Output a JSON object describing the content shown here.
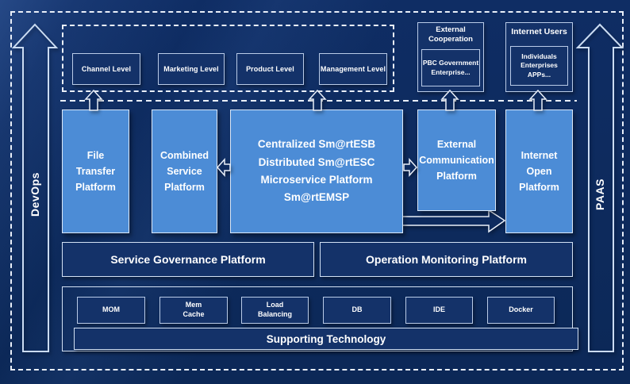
{
  "colors": {
    "background": "#0d2a5e",
    "dark_box_fill": "#143269",
    "light_box_fill": "#4c8cd6",
    "light_border": "#b9cbe8",
    "bright_border": "#dbe8f8",
    "dash_white": "#e9eff9",
    "text": "#ffffff"
  },
  "rails": {
    "left": "DevOps",
    "right": "PAAS"
  },
  "business_levels": {
    "items": [
      "Channel Level",
      "Marketing Level",
      "Product Level",
      "Management Level"
    ]
  },
  "top_right": {
    "external_cooperation": {
      "title": "External\nCooperation",
      "members": "PBC Government\nEnterprise..."
    },
    "internet_users": {
      "title": "Internet Users",
      "members": "Individuals\nEnterprises\nAPPs..."
    }
  },
  "platforms": {
    "file_transfer": "File\nTransfer\nPlatform",
    "combined_service": "Combined\nService\nPlatform",
    "central": "Centralized Sm@rtESB\nDistributed Sm@rtESC\nMicroservice Platform Sm@rtEMSP",
    "external_communication": "External\nCommunication\nPlatform",
    "internet_open": "Internet\nOpen\nPlatform"
  },
  "governance": {
    "service_governance": "Service Governance Platform",
    "operation_monitoring": "Operation Monitoring Platform"
  },
  "supporting": {
    "title": "Supporting Technology",
    "items": [
      "MOM",
      "Mem\nCache",
      "Load\nBalancing",
      "DB",
      "IDE",
      "Docker"
    ]
  },
  "icons": {
    "devops_arrow": "hollow upward block arrow (left rail)",
    "paas_arrow": "hollow upward block arrow (right rail)",
    "up_arrow": "small hollow up arrow connector",
    "left_arrow": "small hollow left arrow connector",
    "right_arrow": "small hollow right arrow connector",
    "flow_right_arrow": "long hollow right arrow connector"
  }
}
